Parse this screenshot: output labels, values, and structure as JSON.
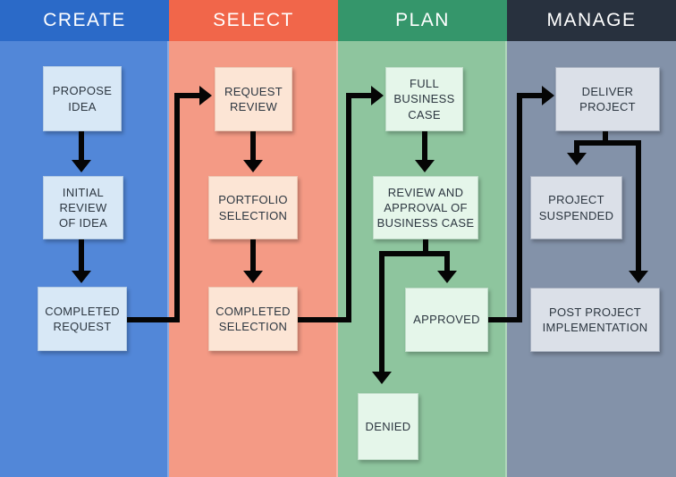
{
  "palette": {
    "arrow_color": "#050505",
    "text_color": "#2c3640",
    "header_text_color": "#ffffff"
  },
  "columns": [
    {
      "label": "CREATE",
      "header_color": "#2b6ac8",
      "body_color": "#5287d8",
      "node_fill": "#d8e8f6",
      "node_border": "#b3cbe4"
    },
    {
      "label": "SELECT",
      "header_color": "#f1664a",
      "body_color": "#f49a85",
      "node_fill": "#fce5d5",
      "node_border": "#edc7b3"
    },
    {
      "label": "PLAN",
      "header_color": "#35966b",
      "body_color": "#8ec59e",
      "node_fill": "#e5f6ea",
      "node_border": "#bfdcc8"
    },
    {
      "label": "MANAGE",
      "header_color": "#28313e",
      "body_color": "#8392a9",
      "node_fill": "#dbe0e8",
      "node_border": "#a5aebe"
    }
  ],
  "nodes": {
    "propose_idea": "PROPOSE\nIDEA",
    "initial_review": "INITIAL\nREVIEW\nOF IDEA",
    "completed_request": "COMPLETED\nREQUEST",
    "request_review": "REQUEST\nREVIEW",
    "portfolio_selection": "PORTFOLIO\nSELECTION",
    "completed_selection": "COMPLETED\nSELECTION",
    "full_business_case": "FULL\nBUSINESS\nCASE",
    "review_approval": "REVIEW AND\nAPPROVAL OF\nBUSINESS CASE",
    "approved": "APPROVED",
    "denied": "DENIED",
    "deliver_project": "DELIVER\nPROJECT",
    "project_suspended": "PROJECT\nSUSPENDED",
    "post_project": "POST PROJECT\nIMPLEMENTATION"
  },
  "edges": [
    {
      "from": "propose_idea",
      "to": "initial_review"
    },
    {
      "from": "initial_review",
      "to": "completed_request"
    },
    {
      "from": "completed_request",
      "to": "request_review"
    },
    {
      "from": "request_review",
      "to": "portfolio_selection"
    },
    {
      "from": "portfolio_selection",
      "to": "completed_selection"
    },
    {
      "from": "completed_selection",
      "to": "full_business_case"
    },
    {
      "from": "full_business_case",
      "to": "review_approval"
    },
    {
      "from": "review_approval",
      "to": "approved"
    },
    {
      "from": "review_approval",
      "to": "denied"
    },
    {
      "from": "approved",
      "to": "deliver_project"
    },
    {
      "from": "deliver_project",
      "to": "project_suspended"
    },
    {
      "from": "deliver_project",
      "to": "post_project"
    }
  ]
}
